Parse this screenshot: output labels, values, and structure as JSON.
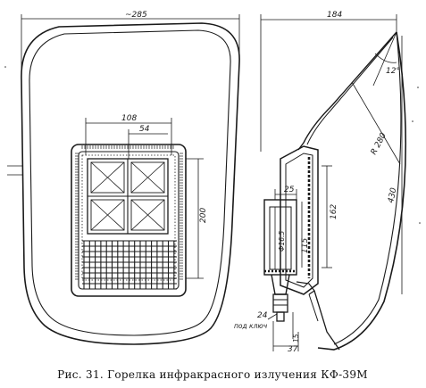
{
  "figure": {
    "caption": "Рис. 31. Горелка инфракрасного излучения КФ-39М"
  },
  "front_view": {
    "dimensions": {
      "overall_width": "~285",
      "panel_width": "108",
      "cell_width": "54",
      "panel_height": "200"
    }
  },
  "side_view": {
    "dimensions": {
      "overall_depth": "184",
      "angle": "12°",
      "radius": "R 280",
      "length": "430",
      "height_162": "162",
      "height_115": "115",
      "width_25": "25",
      "diameter": "Ф16.5",
      "nozzle_24": "24",
      "nozzle_37": "37",
      "nozzle_15": "15",
      "key_note": "под ключ"
    }
  }
}
